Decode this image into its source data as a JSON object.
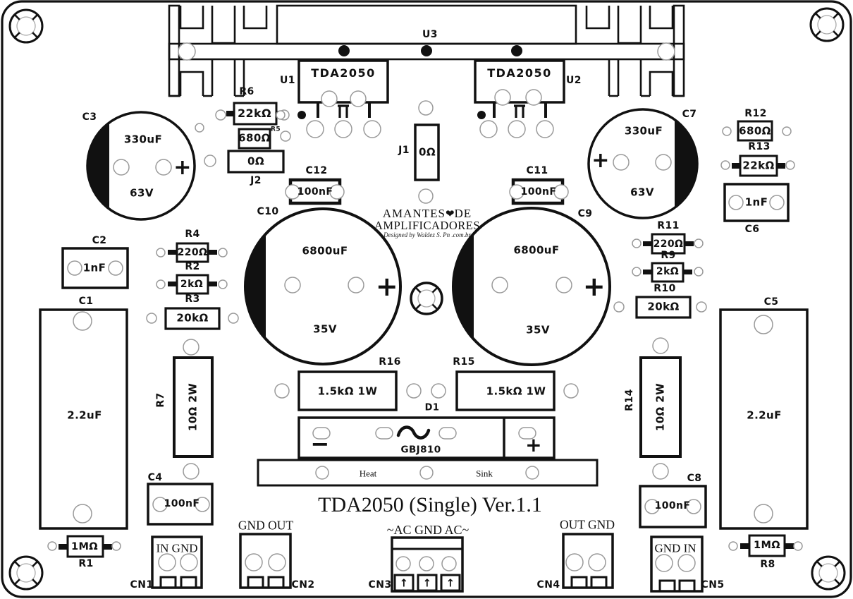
{
  "symbols": {
    "plus": "+",
    "minus": "−",
    "arrow_up": "↑"
  },
  "board": {
    "title": "TDA2050 (Single) Ver.1.1",
    "heatsink_ref": "U3",
    "heatbar": {
      "left": "Heat",
      "right": "Sink"
    },
    "logo": {
      "left": "AMANTES",
      "heart": "❤",
      "right": "DE",
      "line2": "AMPLIFICADORES",
      "signature": "Designed by Waldez S. Pn  .com.br"
    }
  },
  "ics": [
    {
      "ref": "U1",
      "value": "TDA2050"
    },
    {
      "ref": "U2",
      "value": "TDA2050"
    }
  ],
  "jumpers": [
    {
      "ref": "J1",
      "value": "0Ω"
    },
    {
      "ref": "J2",
      "value": "0Ω"
    }
  ],
  "resistors": [
    {
      "ref": "R1",
      "value": "1MΩ"
    },
    {
      "ref": "R2",
      "value": "2kΩ"
    },
    {
      "ref": "R3",
      "value": "20kΩ"
    },
    {
      "ref": "R4",
      "value": "220Ω"
    },
    {
      "ref": "R5",
      "value": "680Ω"
    },
    {
      "ref": "R6",
      "value": "22kΩ"
    },
    {
      "ref": "R7",
      "value": "10Ω 2W"
    },
    {
      "ref": "R8",
      "value": "1MΩ"
    },
    {
      "ref": "R9",
      "value": "2kΩ"
    },
    {
      "ref": "R10",
      "value": "20kΩ"
    },
    {
      "ref": "R11",
      "value": "220Ω"
    },
    {
      "ref": "R12",
      "value": "680Ω"
    },
    {
      "ref": "R13",
      "value": "22kΩ"
    },
    {
      "ref": "R14",
      "value": "10Ω 2W"
    },
    {
      "ref": "R15",
      "value": "1.5kΩ 1W"
    },
    {
      "ref": "R16",
      "value": "1.5kΩ 1W"
    }
  ],
  "capacitors": [
    {
      "ref": "C1",
      "value": "2.2uF"
    },
    {
      "ref": "C2",
      "value": "1nF"
    },
    {
      "ref": "C3",
      "value": "330uF",
      "voltage": "63V"
    },
    {
      "ref": "C4",
      "value": "100nF"
    },
    {
      "ref": "C5",
      "value": "2.2uF"
    },
    {
      "ref": "C6",
      "value": "1nF"
    },
    {
      "ref": "C7",
      "value": "330uF",
      "voltage": "63V"
    },
    {
      "ref": "C8",
      "value": "100nF"
    },
    {
      "ref": "C9",
      "value": "6800uF",
      "voltage": "35V"
    },
    {
      "ref": "C10",
      "value": "6800uF",
      "voltage": "35V"
    },
    {
      "ref": "C11",
      "value": "100nF"
    },
    {
      "ref": "C12",
      "value": "100nF"
    }
  ],
  "diode": {
    "ref": "D1",
    "value": "GBJ810"
  },
  "connectors": [
    {
      "ref": "CN1",
      "label": "IN GND"
    },
    {
      "ref": "CN2",
      "label": "GND OUT"
    },
    {
      "ref": "CN3",
      "label": "~AC GND AC~"
    },
    {
      "ref": "CN4",
      "label": "OUT GND"
    },
    {
      "ref": "CN5",
      "label": "GND IN"
    }
  ]
}
